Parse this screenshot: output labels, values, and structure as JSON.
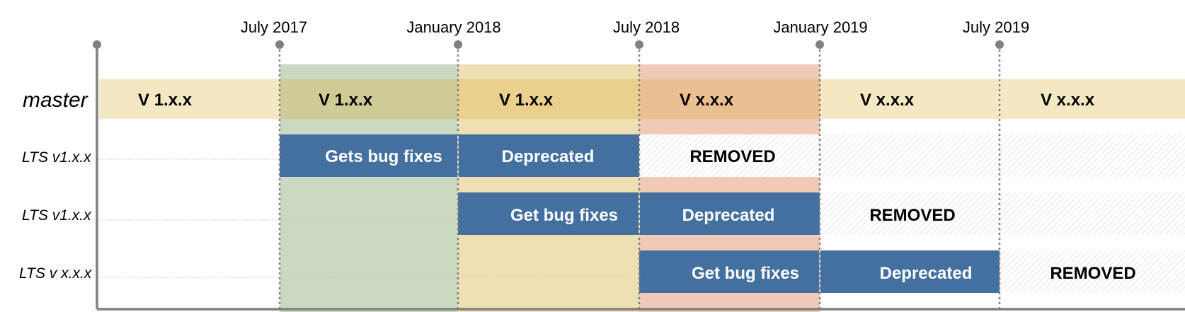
{
  "timeline": {
    "dates": [
      "July 2017",
      "January 2018",
      "July 2018",
      "January 2019",
      "July 2019"
    ]
  },
  "rows": {
    "master_label": "master",
    "lts_labels": [
      "LTS v1.x.x",
      "LTS v1.x.x",
      "LTS v x.x.x"
    ]
  },
  "master_versions": [
    "V 1.x.x",
    "V 1.x.x",
    "V 1.x.x",
    "V x.x.x",
    "V x.x.x",
    "V x.x.x"
  ],
  "lts_bars": [
    [
      "Gets bug fixes",
      "Deprecated",
      "REMOVED"
    ],
    [
      "Get bug fixes",
      "Deprecated",
      "REMOVED"
    ],
    [
      "Get bug fixes",
      "Deprecated",
      "REMOVED"
    ]
  ],
  "colors": {
    "master_band": "#f4e8c4",
    "period_green": "#cbd9c2",
    "period_yellow": "#efe0b3",
    "period_orange": "#efcab7",
    "bar_blue": "#44709f",
    "axis": "#808080",
    "hatch": "#d9d9d9"
  }
}
